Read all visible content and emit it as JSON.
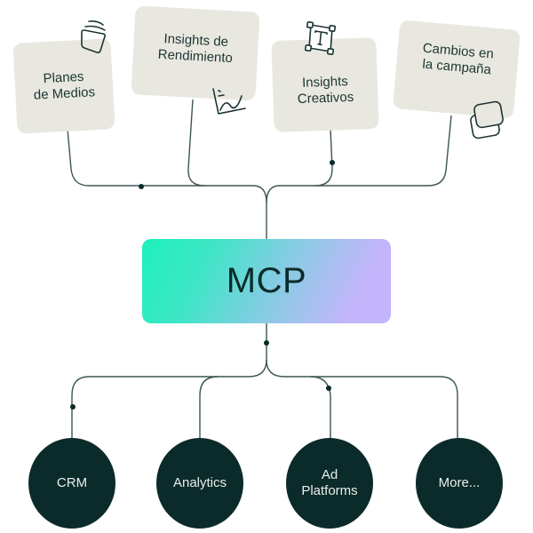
{
  "diagram": {
    "center": {
      "label": "MCP",
      "gradient_start": "#1ef0bd",
      "gradient_end": "#c4b4fb"
    },
    "top_cards": [
      {
        "label_lines": [
          "Planes",
          "de Medios"
        ],
        "icon": "stacked-folder-icon"
      },
      {
        "label_lines": [
          "Insights de",
          "Rendimiento"
        ],
        "icon": "line-chart-icon"
      },
      {
        "label_lines": [
          "Insights",
          "Creativos"
        ],
        "icon": "text-box-icon"
      },
      {
        "label_lines": [
          "Cambios en",
          "la campaña"
        ],
        "icon": "layers-icon"
      }
    ],
    "bottom_nodes": [
      {
        "label_lines": [
          "CRM"
        ]
      },
      {
        "label_lines": [
          "Analytics"
        ]
      },
      {
        "label_lines": [
          "Ad",
          "Platforms"
        ]
      },
      {
        "label_lines": [
          "More..."
        ]
      }
    ],
    "colors": {
      "card_bg": "#e9e8e0",
      "node_bg": "#0b2b2a",
      "line": "#2f4a48"
    }
  }
}
